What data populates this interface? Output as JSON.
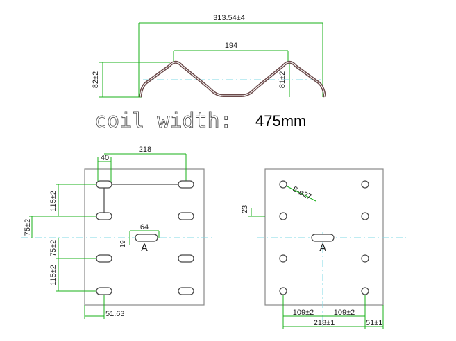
{
  "profile_view": {
    "overall_width": "313.54±4",
    "pitch": "194",
    "left_height": "82±2",
    "right_height": "81±2"
  },
  "coil": {
    "label": "coil width:",
    "value": "475mm"
  },
  "left_plate": {
    "top_span": "218",
    "slot_width": "40",
    "spacing_top": "115±2",
    "offset_center": "75±2",
    "spacing_mid": "75±2",
    "spacing_bottom": "115±2",
    "center_slot": "64",
    "center_slot_height": "19",
    "section_letter": "A",
    "bottom_edge": "51.63"
  },
  "right_plate": {
    "hole_diameter": "8-ø27",
    "top_offset": "23",
    "half_span_left": "109±2",
    "half_span_right": "109±2",
    "total_span": "218±1",
    "edge": "51±1",
    "section_letter": "A"
  }
}
